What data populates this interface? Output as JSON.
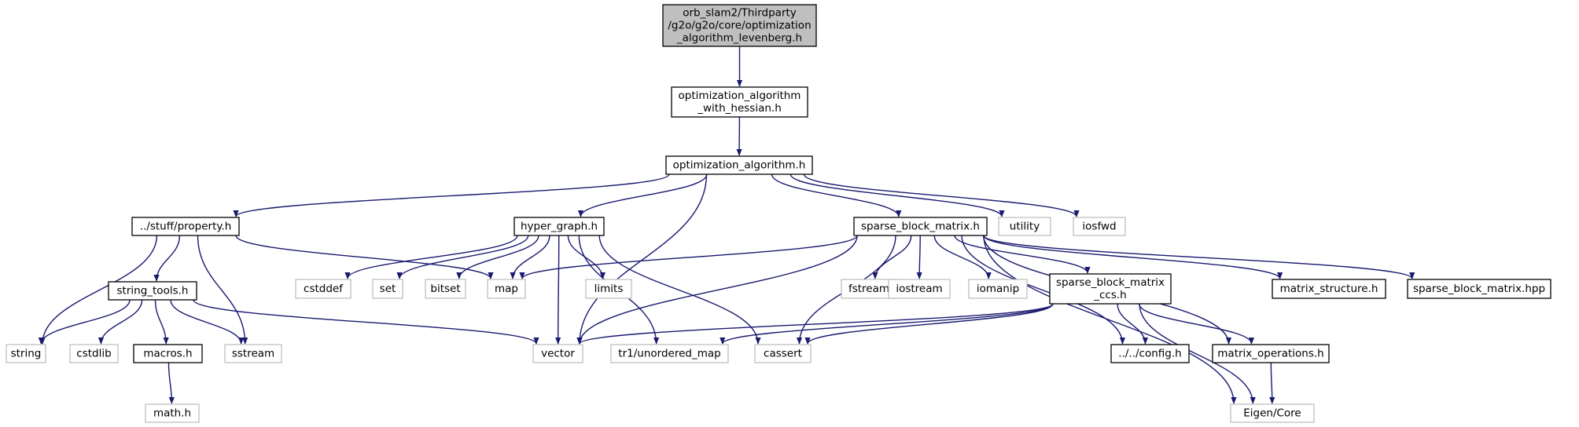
{
  "colors": {
    "edge": "#191970",
    "root_fill": "#bfbfbf",
    "node_stroke": "#000000",
    "external_stroke": "#bfbfbf",
    "external_text": "#808080",
    "fill": "#ffffff"
  },
  "nodes": [
    {
      "id": "root",
      "kind": "root",
      "lines": [
        "orb_slam2/Thirdparty",
        "/g2o/g2o/core/optimization",
        "_algorithm_levenberg.h"
      ]
    },
    {
      "id": "oawh",
      "kind": "internal",
      "lines": [
        "optimization_algorithm",
        "_with_hessian.h"
      ]
    },
    {
      "id": "oa",
      "kind": "internal",
      "lines": [
        "optimization_algorithm.h"
      ]
    },
    {
      "id": "prop",
      "kind": "internal",
      "lines": [
        "../stuff/property.h"
      ]
    },
    {
      "id": "hg",
      "kind": "internal",
      "lines": [
        "hyper_graph.h"
      ]
    },
    {
      "id": "sbm",
      "kind": "internal",
      "lines": [
        "sparse_block_matrix.h"
      ]
    },
    {
      "id": "utility",
      "kind": "external",
      "lines": [
        "utility"
      ]
    },
    {
      "id": "iosfwd",
      "kind": "external",
      "lines": [
        "iosfwd"
      ]
    },
    {
      "id": "st",
      "kind": "internal",
      "lines": [
        "string_tools.h"
      ]
    },
    {
      "id": "cstddef",
      "kind": "external",
      "lines": [
        "cstddef"
      ]
    },
    {
      "id": "set",
      "kind": "external",
      "lines": [
        "set"
      ]
    },
    {
      "id": "bitset",
      "kind": "external",
      "lines": [
        "bitset"
      ]
    },
    {
      "id": "map",
      "kind": "external",
      "lines": [
        "map"
      ]
    },
    {
      "id": "limits",
      "kind": "external",
      "lines": [
        "limits"
      ]
    },
    {
      "id": "fstream",
      "kind": "external",
      "lines": [
        "fstream"
      ]
    },
    {
      "id": "iostream",
      "kind": "external",
      "lines": [
        "iostream"
      ]
    },
    {
      "id": "iomanip",
      "kind": "external",
      "lines": [
        "iomanip"
      ]
    },
    {
      "id": "sbmccs",
      "kind": "internal",
      "lines": [
        "sparse_block_matrix",
        "_ccs.h"
      ]
    },
    {
      "id": "ms",
      "kind": "internal",
      "lines": [
        "matrix_structure.h"
      ]
    },
    {
      "id": "sbmhpp",
      "kind": "internal",
      "lines": [
        "sparse_block_matrix.hpp"
      ]
    },
    {
      "id": "string",
      "kind": "external",
      "lines": [
        "string"
      ]
    },
    {
      "id": "cstdlib",
      "kind": "external",
      "lines": [
        "cstdlib"
      ]
    },
    {
      "id": "macros",
      "kind": "internal",
      "lines": [
        "macros.h"
      ]
    },
    {
      "id": "sstream",
      "kind": "external",
      "lines": [
        "sstream"
      ]
    },
    {
      "id": "vector",
      "kind": "external",
      "lines": [
        "vector"
      ]
    },
    {
      "id": "tr1",
      "kind": "external",
      "lines": [
        "tr1/unordered_map"
      ]
    },
    {
      "id": "cassert",
      "kind": "external",
      "lines": [
        "cassert"
      ]
    },
    {
      "id": "config",
      "kind": "internal",
      "lines": [
        "../../config.h"
      ]
    },
    {
      "id": "mo",
      "kind": "internal",
      "lines": [
        "matrix_operations.h"
      ]
    },
    {
      "id": "mathh",
      "kind": "external",
      "lines": [
        "math.h"
      ]
    },
    {
      "id": "eigen",
      "kind": "external",
      "lines": [
        "Eigen/Core"
      ]
    }
  ],
  "edges": [
    [
      "root",
      "oawh"
    ],
    [
      "oawh",
      "oa"
    ],
    [
      "oa",
      "prop"
    ],
    [
      "oa",
      "hg"
    ],
    [
      "oa",
      "sbm"
    ],
    [
      "oa",
      "utility"
    ],
    [
      "oa",
      "iosfwd"
    ],
    [
      "oa",
      "vector"
    ],
    [
      "prop",
      "st"
    ],
    [
      "prop",
      "map"
    ],
    [
      "prop",
      "string"
    ],
    [
      "prop",
      "sstream"
    ],
    [
      "hg",
      "cstddef"
    ],
    [
      "hg",
      "set"
    ],
    [
      "hg",
      "bitset"
    ],
    [
      "hg",
      "map"
    ],
    [
      "hg",
      "limits"
    ],
    [
      "hg",
      "vector"
    ],
    [
      "hg",
      "tr1"
    ],
    [
      "hg",
      "cassert"
    ],
    [
      "sbm",
      "map"
    ],
    [
      "sbm",
      "fstream"
    ],
    [
      "sbm",
      "iostream"
    ],
    [
      "sbm",
      "iomanip"
    ],
    [
      "sbm",
      "sbmccs"
    ],
    [
      "sbm",
      "ms"
    ],
    [
      "sbm",
      "sbmhpp"
    ],
    [
      "sbm",
      "vector"
    ],
    [
      "sbm",
      "cassert"
    ],
    [
      "sbm",
      "config"
    ],
    [
      "sbm",
      "mo"
    ],
    [
      "sbm",
      "eigen"
    ],
    [
      "st",
      "string"
    ],
    [
      "st",
      "cstdlib"
    ],
    [
      "st",
      "macros"
    ],
    [
      "st",
      "sstream"
    ],
    [
      "st",
      "vector"
    ],
    [
      "macros",
      "mathh"
    ],
    [
      "sbmccs",
      "vector"
    ],
    [
      "sbmccs",
      "tr1"
    ],
    [
      "sbmccs",
      "cassert"
    ],
    [
      "sbmccs",
      "config"
    ],
    [
      "sbmccs",
      "mo"
    ],
    [
      "sbmccs",
      "eigen"
    ],
    [
      "mo",
      "eigen"
    ]
  ]
}
